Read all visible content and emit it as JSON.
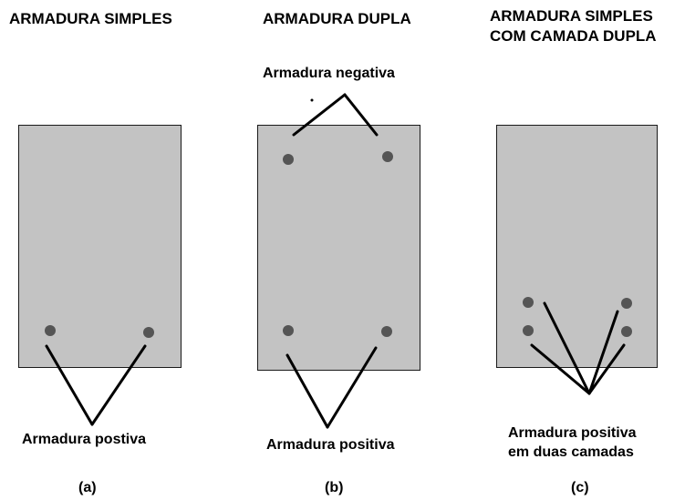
{
  "panels": {
    "a": {
      "title": "ARMADURA SIMPLES",
      "bottom_label": "Armadura postiva",
      "caption": "(a)"
    },
    "b": {
      "title": "ARMADURA DUPLA",
      "top_label": "Armadura negativa",
      "bottom_label": "Armadura positiva",
      "caption": "(b)"
    },
    "c": {
      "title_line1": "ARMADURA SIMPLES",
      "title_line2": "COM CAMADA DUPLA",
      "bottom_label_line1": "Armadura positiva",
      "bottom_label_line2": "em duas camadas",
      "caption": "(c)"
    }
  },
  "colors": {
    "beam_fill": "#c3c3c3",
    "bar_fill": "#555555",
    "outline": "#1a1a1a"
  }
}
